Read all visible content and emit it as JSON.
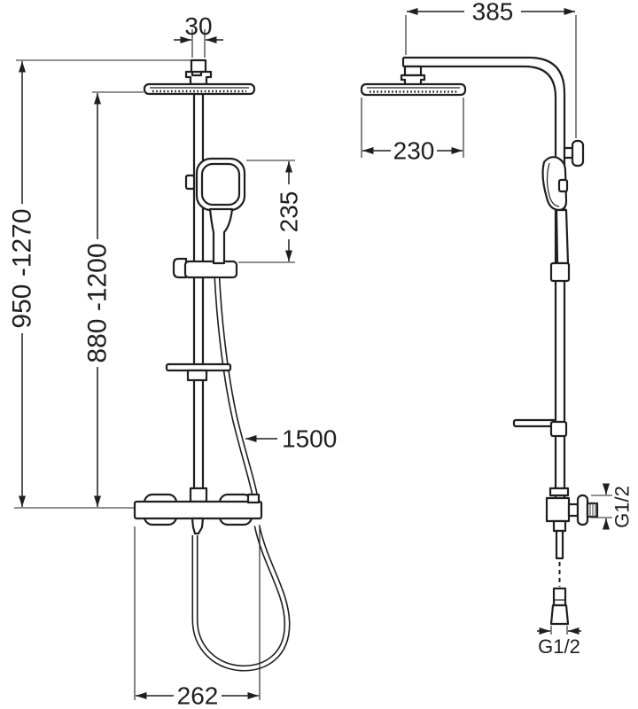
{
  "labels": {
    "overall_height": "950 -1270",
    "column_height": "880 -1200",
    "top_pipe_width": "30",
    "hand_shower_length": "235",
    "hose_length": "1500",
    "mixer_width": "262",
    "arm_reach": "385",
    "head_width": "230",
    "side_thread": "G1/2",
    "bottom_thread": "G1/2"
  },
  "colors": {
    "line": "#1f1f1f",
    "background": "#ffffff",
    "thread_fill": "#ababab"
  }
}
